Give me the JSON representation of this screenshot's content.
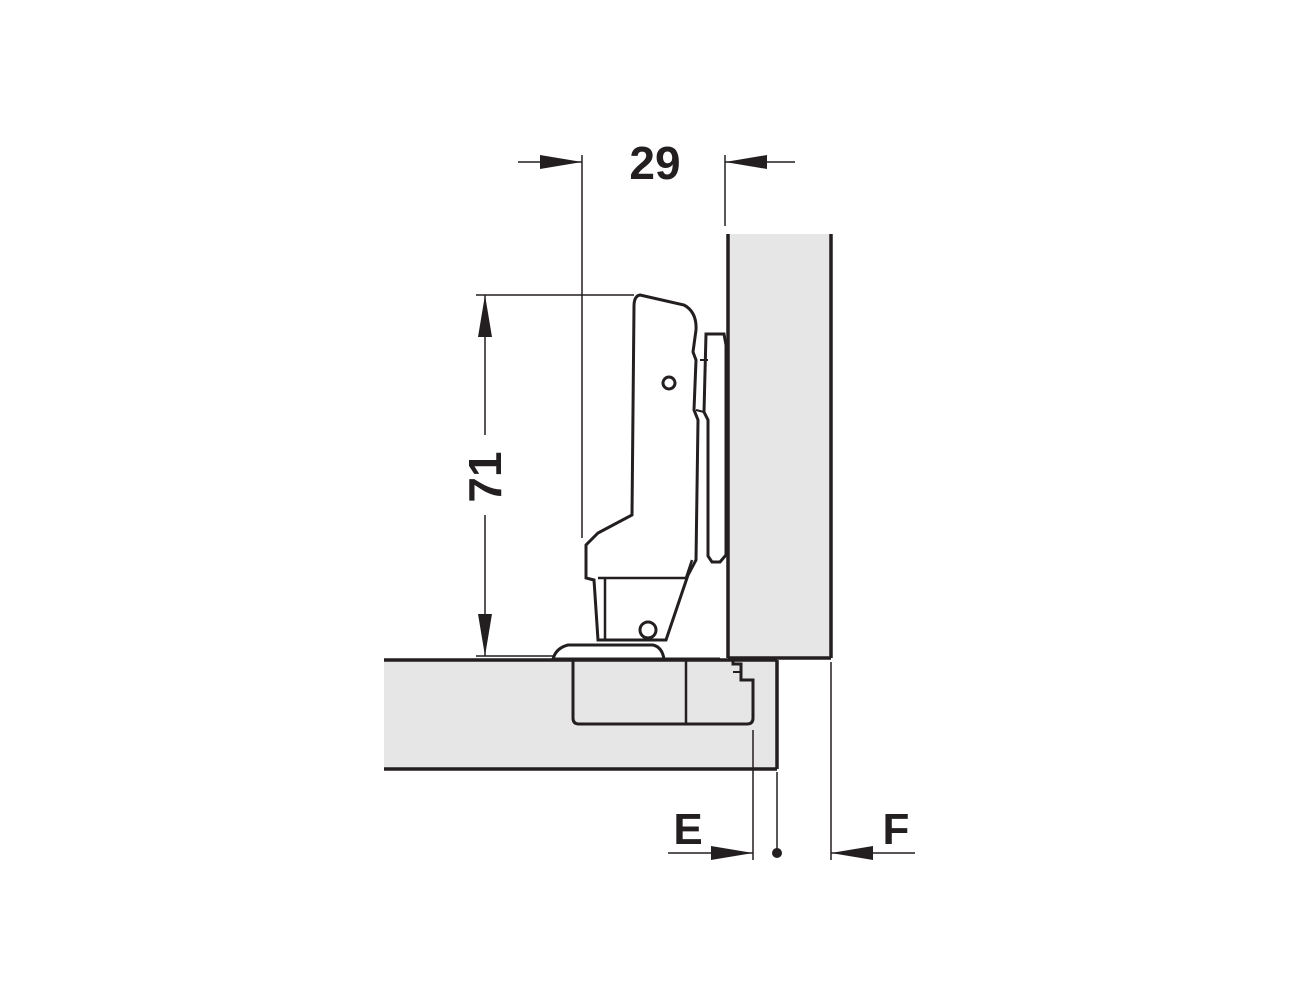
{
  "dimensions": {
    "width_label": "29",
    "height_label": "71",
    "left_offset_label": "E",
    "right_offset_label": "F"
  },
  "colors": {
    "line": "#231f20",
    "panel_fill": "#e6e6e6",
    "background": "#ffffff"
  }
}
